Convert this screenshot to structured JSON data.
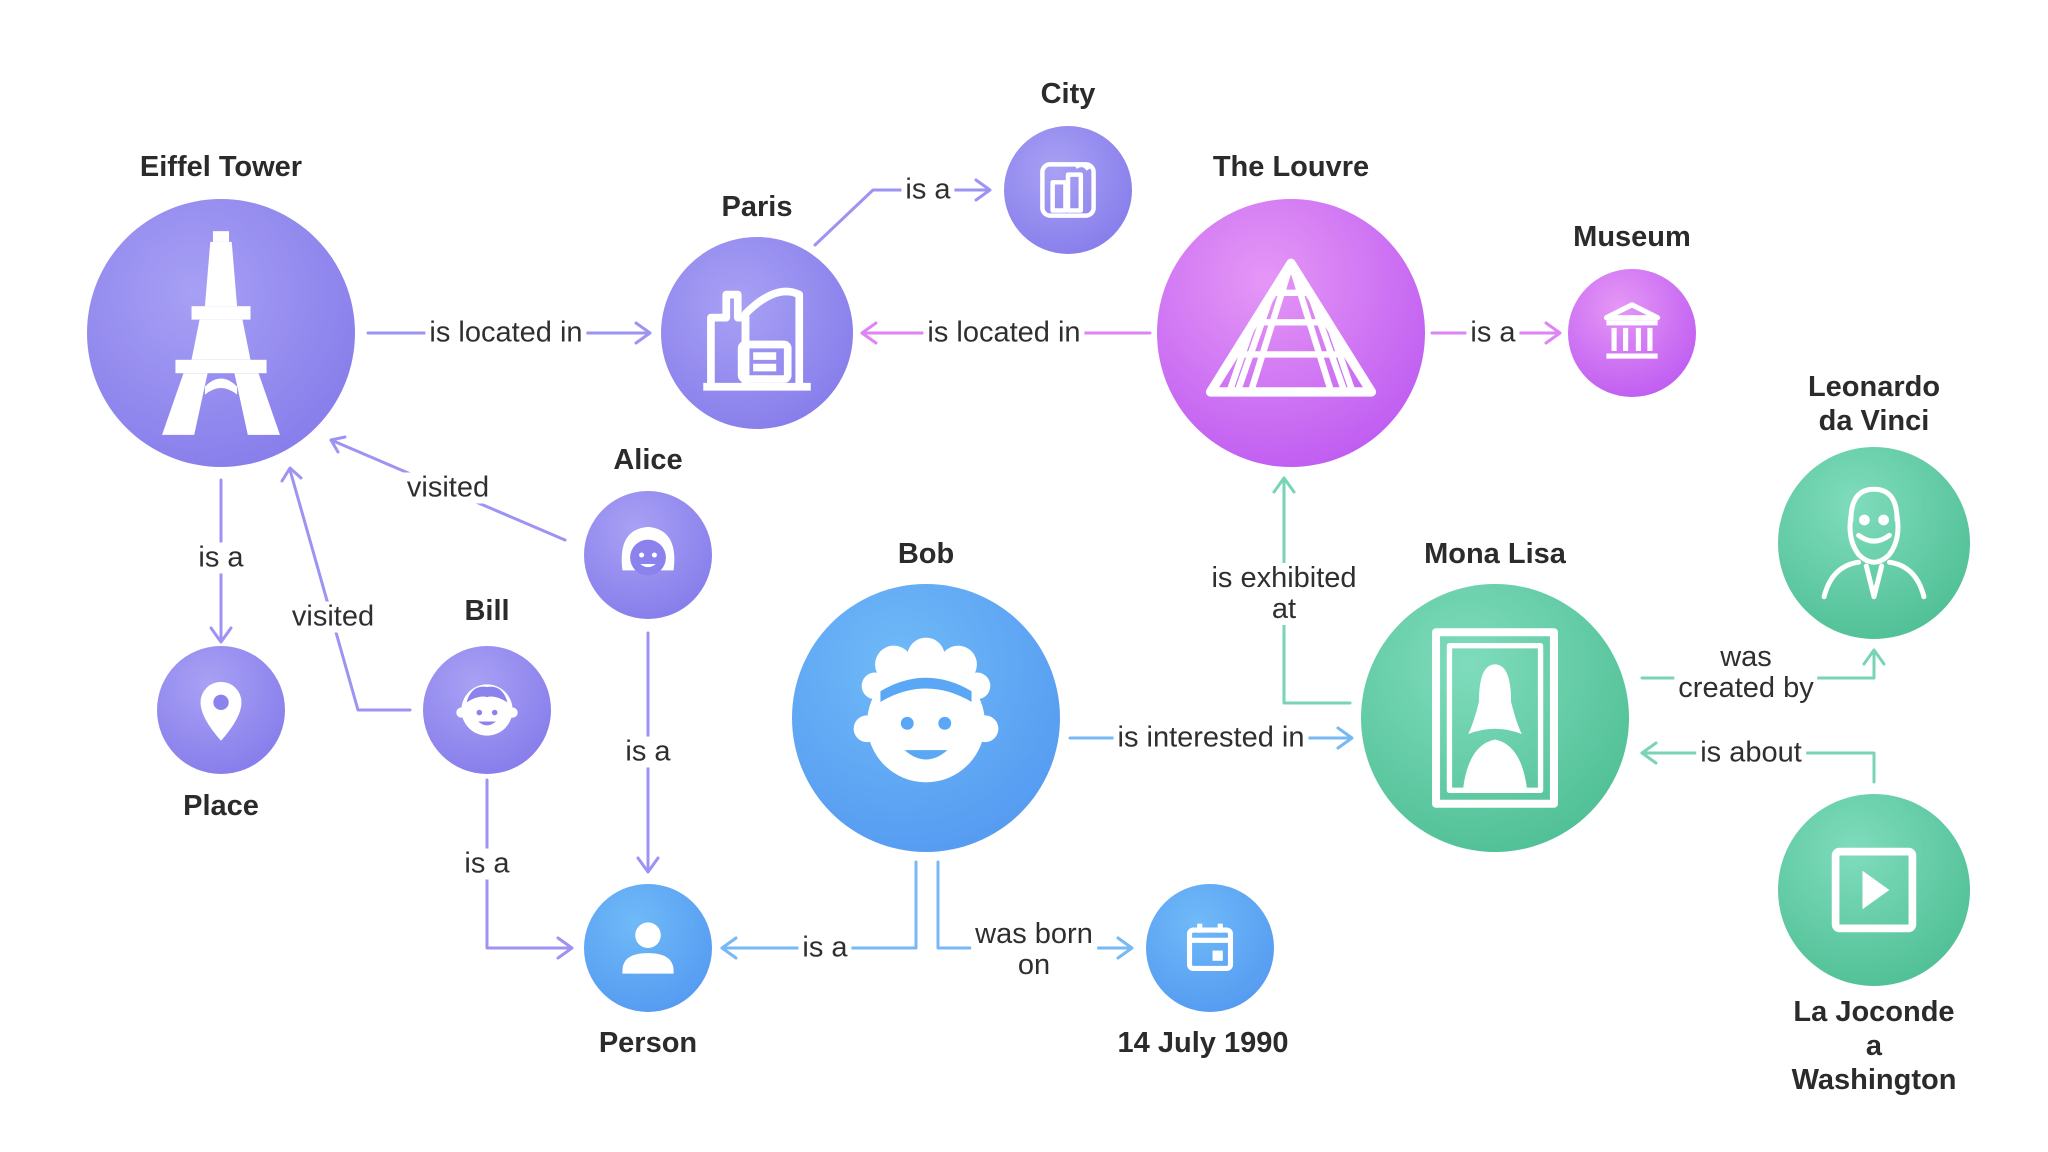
{
  "colors": {
    "purple": "#8b82ee",
    "purple_dark": "#7a6fe6",
    "magenta": "#d56ff0",
    "blue": "#5aa8f5",
    "blue_dark": "#4a8ef0",
    "green": "#6fd3b0",
    "green_dark": "#3fb487",
    "edge_purple": "#9d93f2",
    "edge_magenta": "#dd85f2",
    "edge_blue": "#76b9f4",
    "edge_green": "#78d4b3"
  },
  "nodes": {
    "eiffel_tower": {
      "title": "Eiffel Tower",
      "icon": "eiffel-tower-icon"
    },
    "paris": {
      "title": "Paris",
      "icon": "city-buildings-icon"
    },
    "city": {
      "title": "City",
      "icon": "city-map-icon"
    },
    "louvre": {
      "title": "The Louvre",
      "icon": "pyramid-icon"
    },
    "museum": {
      "title": "Museum",
      "icon": "museum-icon"
    },
    "leonardo": {
      "title": "Leonardo\nda Vinci",
      "icon": "bearded-man-icon"
    },
    "alice": {
      "title": "Alice",
      "icon": "woman-face-icon"
    },
    "bill": {
      "title": "Bill",
      "icon": "boy-face-icon"
    },
    "bob": {
      "title": "Bob",
      "icon": "man-face-icon"
    },
    "mona_lisa": {
      "title": "Mona Lisa",
      "icon": "painting-icon"
    },
    "place": {
      "title": "Place",
      "icon": "location-pin-icon"
    },
    "person": {
      "title": "Person",
      "icon": "person-icon"
    },
    "date": {
      "title": "14 July 1990",
      "icon": "calendar-icon"
    },
    "la_joconde": {
      "title": "La Joconde a\nWashington",
      "icon": "video-play-icon"
    }
  },
  "edges": {
    "eiffel_located_in": "is located in",
    "paris_is_a": "is a",
    "louvre_located_in": "is located in",
    "louvre_is_a": "is a",
    "eiffel_is_a": "is a",
    "alice_visited": "visited",
    "bill_visited": "visited",
    "alice_is_a": "is a",
    "bill_is_a": "is a",
    "bob_is_a": "is a",
    "bob_born_on": "was born\non",
    "bob_interested_in": "is interested in",
    "mona_exhibited_at": "is exhibited\nat",
    "mona_created_by": "was\ncreated by",
    "joconde_is_about": "is about"
  }
}
